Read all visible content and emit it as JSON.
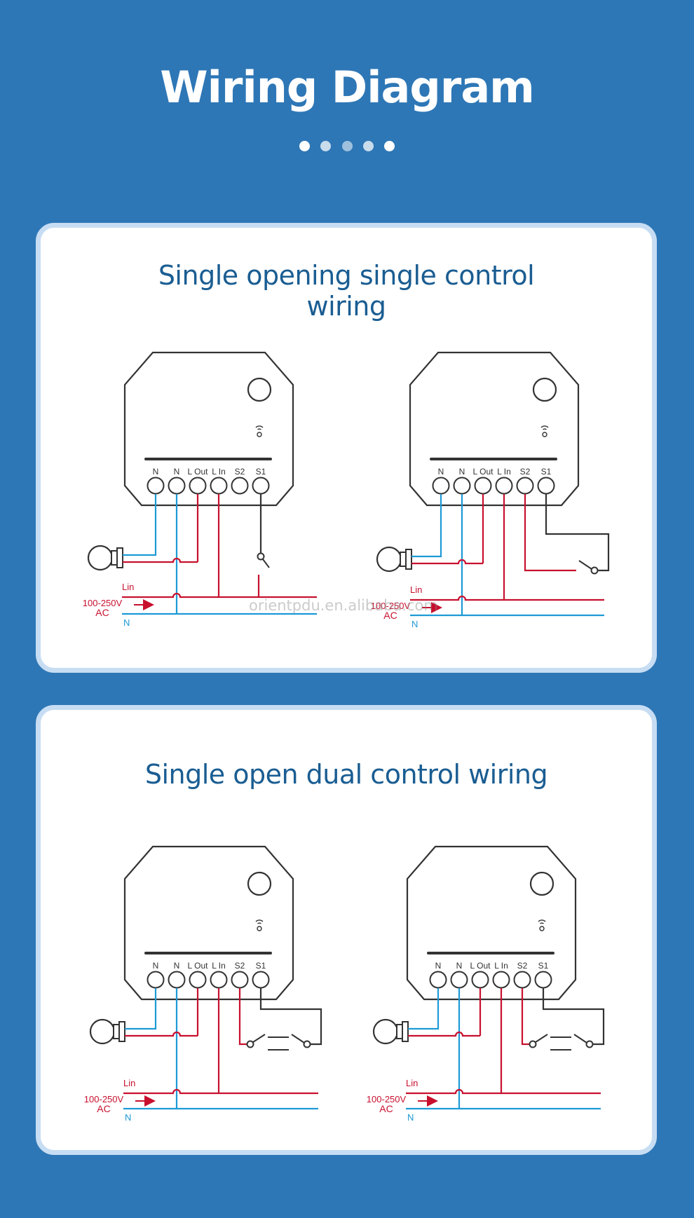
{
  "header": {
    "title": "Wiring Diagram"
  },
  "sections": [
    {
      "title_line1": "Single opening single control",
      "title_line2": "wiring"
    },
    {
      "title": "Single open dual control wiring"
    }
  ],
  "terminals": [
    "N",
    "N",
    "L Out",
    "L In",
    "S2",
    "S1"
  ],
  "labels": {
    "lin": "Lin",
    "voltage": "100-250V",
    "ac": "AC",
    "neutral": "N"
  },
  "watermark": "orientpdu.en.alibaba.com",
  "colors": {
    "live": "#c8102e",
    "neutral": "#1d9ad6",
    "switch_wire": "#333333",
    "background": "#2e77b6",
    "title": "#1a5d92"
  }
}
